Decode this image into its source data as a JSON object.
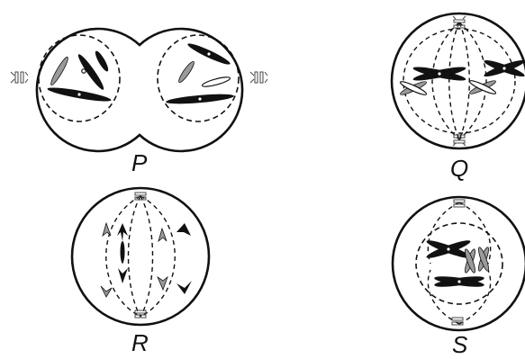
{
  "labels": {
    "p": "P",
    "q": "Q",
    "r": "R",
    "s": "S"
  },
  "colors": {
    "outline": "#111111",
    "dark_chromosome": "#111111",
    "light_chromosome": "#9a9a9a",
    "background": "#ffffff"
  }
}
